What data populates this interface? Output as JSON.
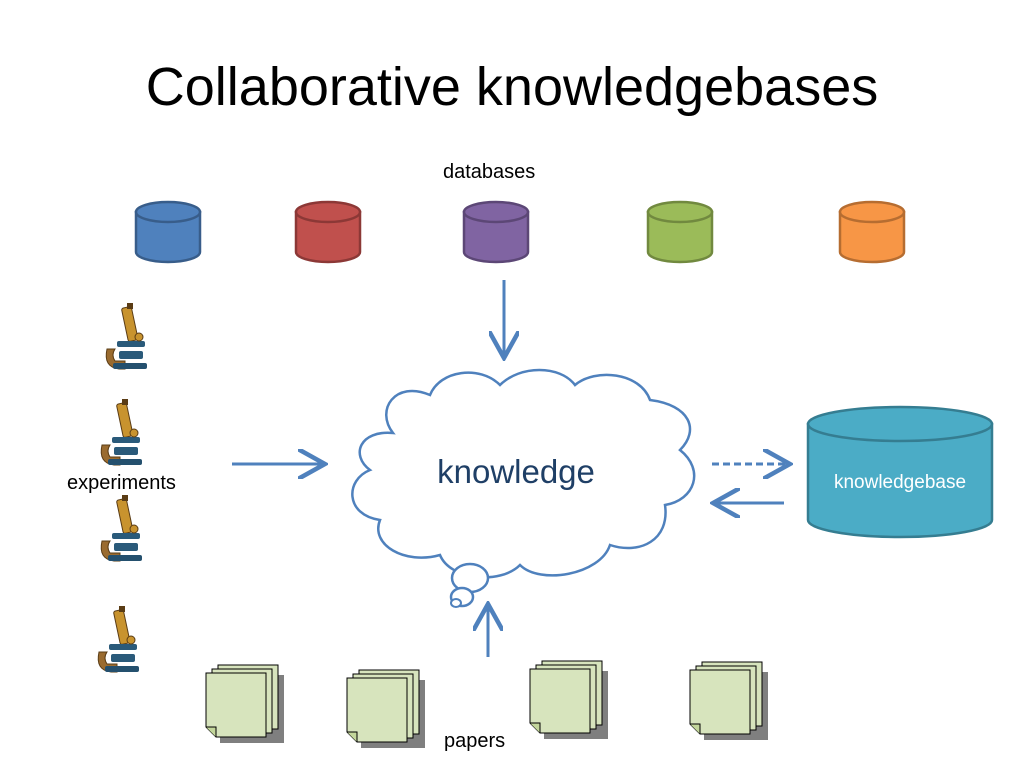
{
  "title": "Collaborative knowledgebases",
  "labels": {
    "databases": "databases",
    "experiments": "experiments",
    "papers": "papers",
    "knowledge": "knowledge",
    "knowledgebase": "knowledgebase"
  },
  "colors": {
    "db_blue": "#4f81bd",
    "db_red": "#c0504d",
    "db_purple": "#8064a2",
    "db_green": "#9bbb59",
    "db_orange": "#f79646",
    "knowledgebase": "#4bacc6",
    "arrow": "#4f81bd",
    "cloud_outline": "#4f81bd",
    "paper_fill": "#d7e4bd",
    "paper_shadow": "#7f7f7f"
  },
  "icons": [
    "database-icon",
    "microscope-icon",
    "paper-stack-icon",
    "thought-cloud-icon"
  ]
}
